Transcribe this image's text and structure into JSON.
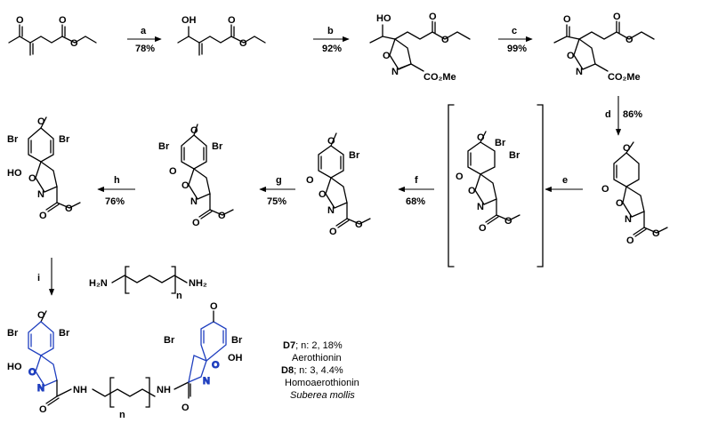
{
  "steps": [
    {
      "reagent": "a",
      "yield": "78%"
    },
    {
      "reagent": "b",
      "yield": "92%"
    },
    {
      "reagent": "c",
      "yield": "99%"
    },
    {
      "reagent": "d",
      "yield": "86%"
    },
    {
      "reagent": "e",
      "yield": ""
    },
    {
      "reagent": "f",
      "yield": "68%"
    },
    {
      "reagent": "g",
      "yield": "75%"
    },
    {
      "reagent": "h",
      "yield": "76%"
    },
    {
      "reagent": "i",
      "yield": ""
    }
  ],
  "atoms": {
    "O": "O",
    "OH": "OH",
    "HO": "HO",
    "N": "N",
    "Br": "Br",
    "CO2Me": "CO₂Me",
    "NH": "NH",
    "H2N": "H₂N",
    "NH2": "NH₂",
    "n": "n"
  },
  "products": {
    "d7_code": "D7",
    "d7_detail": "; n: 2, 18%",
    "d7_name": "Aerothionin",
    "d8_code": "D8",
    "d8_detail": "; n: 3, 4.4%",
    "d8_name": "Homoaerothionin",
    "source": "Suberea mollis"
  },
  "colors": {
    "bond": "#000000",
    "highlight": "#1f3fbf"
  }
}
